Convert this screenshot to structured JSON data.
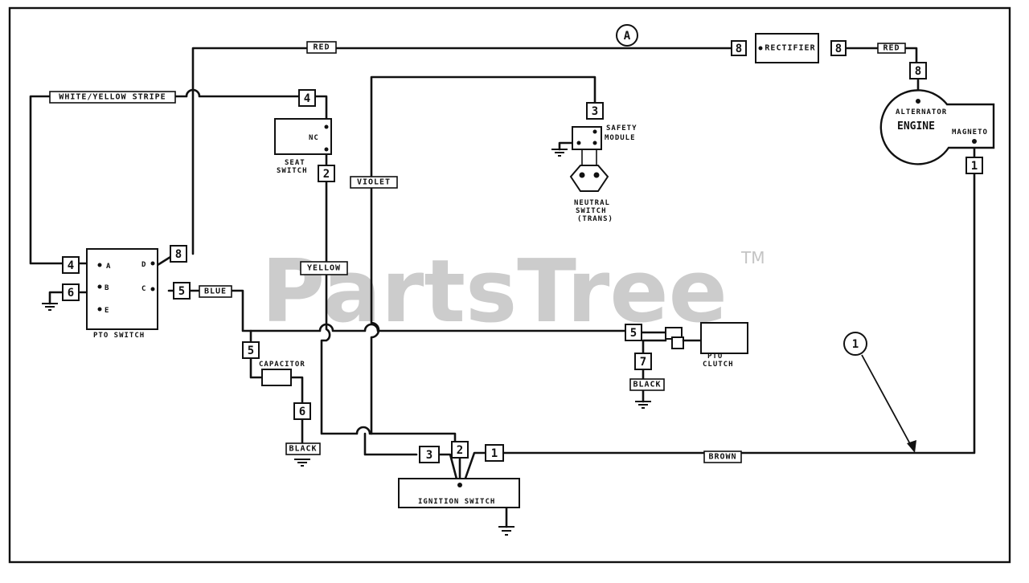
{
  "watermark": {
    "brand": "PartsTree",
    "trademark": "TM"
  },
  "components": {
    "rectifier": "RECTIFIER",
    "engine": "ENGINE",
    "alternator": "ALTERNATOR",
    "magneto": "MAGNETO",
    "safety_module_line1": "SAFETY",
    "safety_module_line2": "MODULE",
    "neutral_switch_line1": "NEUTRAL",
    "neutral_switch_line2": "SWITCH",
    "neutral_switch_line3": "(TRANS)",
    "seat_switch_nc": "NC",
    "seat_switch_line1": "SEAT",
    "seat_switch_line2": "SWITCH",
    "pto_switch": "PTO SWITCH",
    "pto_terminal_a": "A",
    "pto_terminal_b": "B",
    "pto_terminal_c": "C",
    "pto_terminal_d": "D",
    "pto_terminal_e": "E",
    "capacitor": "CAPACITOR",
    "pto_clutch_line1": "PTO",
    "pto_clutch_line2": "CLUTCH",
    "ignition_switch": "IGNITION   SWITCH"
  },
  "wire_labels": {
    "red_top": "RED",
    "red_right": "RED",
    "white_yellow": "WHITE/YELLOW STRIPE",
    "violet": "VIOLET",
    "yellow": "YELLOW",
    "blue": "BLUE",
    "black_clutch": "BLACK",
    "black_capacitor": "BLACK",
    "brown": "BROWN"
  },
  "wire_numbers": {
    "rectifier_in": "8",
    "rectifier_out": "8",
    "alternator": "8",
    "magneto": "1",
    "safety_module": "3",
    "seat_switch_top": "4",
    "seat_switch_bottom": "2",
    "pto_a": "4",
    "pto_b": "6",
    "pto_c": "5",
    "pto_d": "8",
    "capacitor_top": "5",
    "capacitor_ground": "6",
    "clutch_in": "5",
    "clutch_ground": "7",
    "ignition_3": "3",
    "ignition_2": "2",
    "ignition_1": "1"
  },
  "callouts": {
    "a": "A",
    "one": "1"
  }
}
